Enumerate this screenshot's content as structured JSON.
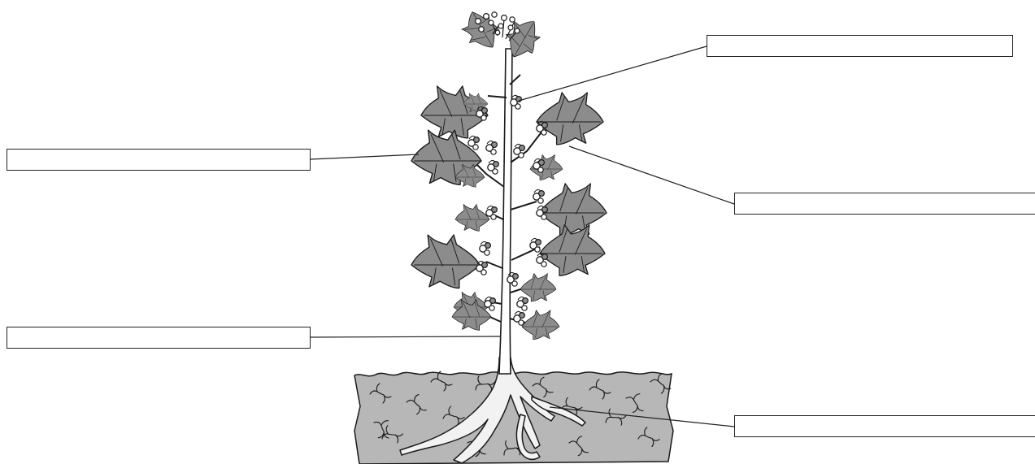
{
  "diagram": {
    "colors": {
      "leaf_fill": "#8c8c8c",
      "soil_fill": "#b7b7b7",
      "root_fill": "#f2f2f2",
      "outline": "#1a1a1a"
    },
    "label_boxes": [
      {
        "id": "top-right",
        "value": ""
      },
      {
        "id": "left-upper",
        "value": ""
      },
      {
        "id": "right-middle",
        "value": ""
      },
      {
        "id": "left-lower",
        "value": ""
      },
      {
        "id": "bottom-right",
        "value": ""
      }
    ]
  }
}
